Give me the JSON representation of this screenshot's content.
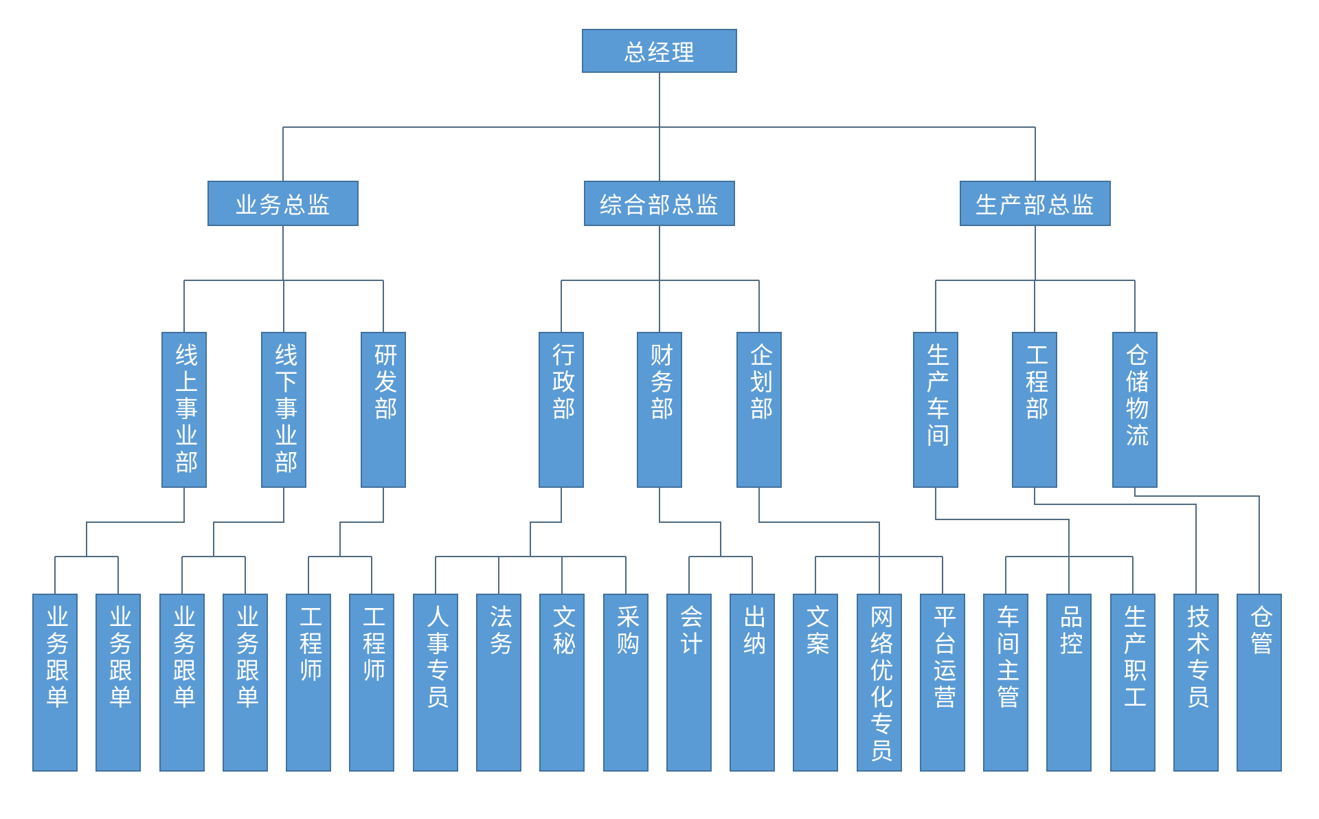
{
  "colors": {
    "box_fill": "#5b9bd5",
    "box_border": "#41719c",
    "connector": "#506a80",
    "text": "#ffffff",
    "background": "#ffffff"
  },
  "org": {
    "root": {
      "label": "总经理",
      "children": [
        {
          "label": "业务总监",
          "children": [
            {
              "label": "线上事业部",
              "children": [
                {
                  "label": "业务跟单"
                },
                {
                  "label": "业务跟单"
                }
              ]
            },
            {
              "label": "线下事业部",
              "children": [
                {
                  "label": "业务跟单"
                },
                {
                  "label": "业务跟单"
                }
              ]
            },
            {
              "label": "研发部",
              "children": [
                {
                  "label": "工程师"
                },
                {
                  "label": "工程师"
                }
              ]
            }
          ]
        },
        {
          "label": "综合部总监",
          "children": [
            {
              "label": "行政部",
              "children": [
                {
                  "label": "人事专员"
                },
                {
                  "label": "法务"
                },
                {
                  "label": "文秘"
                },
                {
                  "label": "采购"
                }
              ]
            },
            {
              "label": "财务部",
              "children": [
                {
                  "label": "会计"
                },
                {
                  "label": "出纳"
                }
              ]
            },
            {
              "label": "企划部",
              "children": [
                {
                  "label": "文案"
                },
                {
                  "label": "网络优化专员"
                },
                {
                  "label": "平台运营"
                }
              ]
            }
          ]
        },
        {
          "label": "生产部总监",
          "children": [
            {
              "label": "生产车间",
              "children": [
                {
                  "label": "车间主管"
                },
                {
                  "label": "品控"
                },
                {
                  "label": "生产职工"
                }
              ]
            },
            {
              "label": "工程部",
              "children": [
                {
                  "label": "技术专员"
                }
              ]
            },
            {
              "label": "仓储物流",
              "children": [
                {
                  "label": "仓管"
                }
              ]
            }
          ]
        }
      ]
    }
  }
}
